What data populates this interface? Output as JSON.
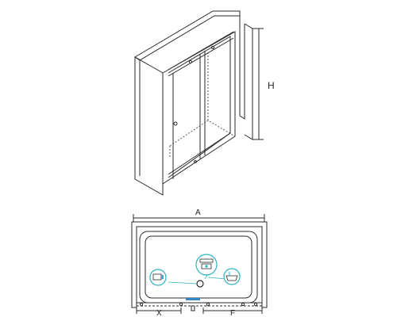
{
  "labels": {
    "height": "H",
    "width": "A",
    "left_dim": "X",
    "right_dim": "F"
  },
  "colors": {
    "line": "#2a2a2a",
    "dash": "#555555",
    "icon_accent": "#2bb3c0",
    "slider": "#2f86c8"
  },
  "icons": [
    "soap-dish-icon",
    "shower-mixer-icon",
    "bathtub-icon",
    "drain-icon"
  ]
}
